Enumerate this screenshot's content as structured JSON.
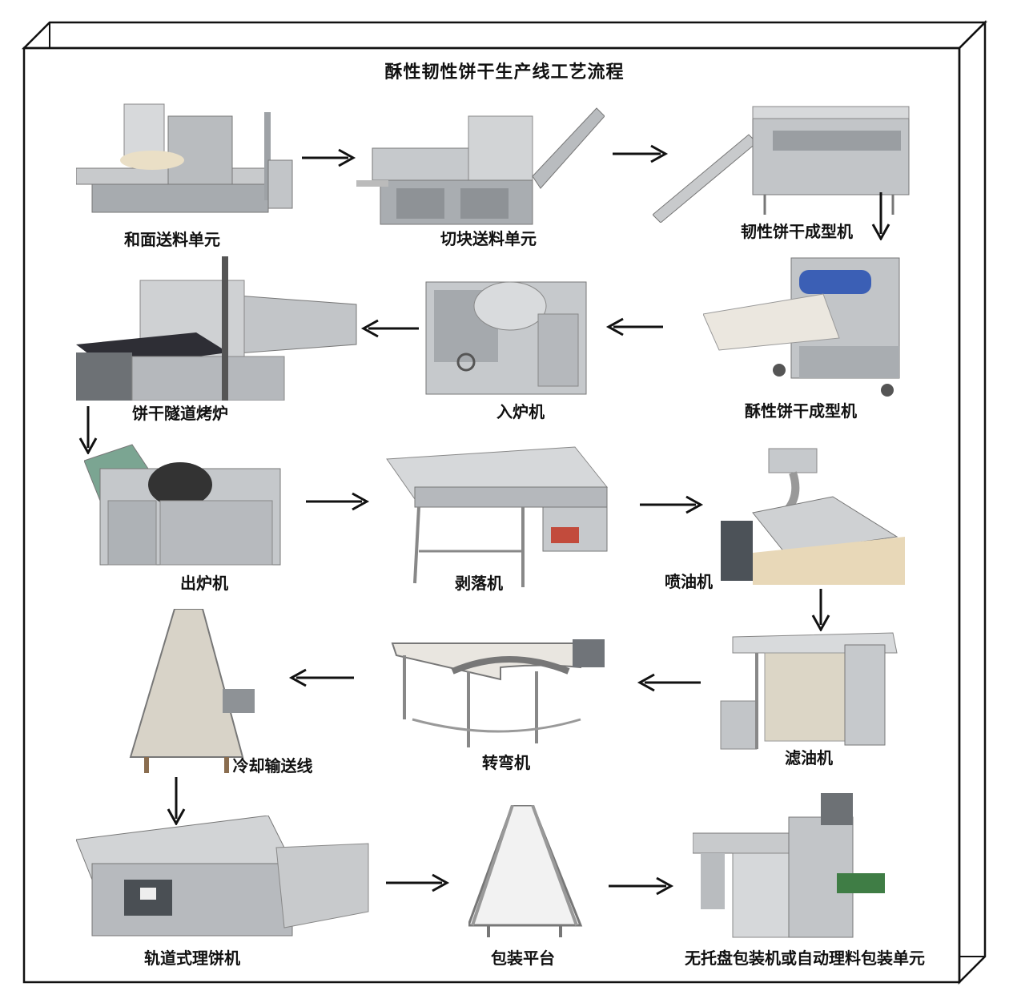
{
  "title": "酥性韧性饼干生产线工艺流程",
  "steps": [
    {
      "label": "和面送料单元",
      "icon": "dough-mixer-feeder-icon"
    },
    {
      "label": "切块送料单元",
      "icon": "block-cutter-feeder-icon"
    },
    {
      "label": "韧性饼干成型机",
      "icon": "hard-biscuit-forming-machine-icon"
    },
    {
      "label": "酥性饼干成型机",
      "icon": "soft-biscuit-forming-machine-icon"
    },
    {
      "label": "入炉机",
      "icon": "oven-loader-icon"
    },
    {
      "label": "饼干隧道烤炉",
      "icon": "tunnel-oven-icon"
    },
    {
      "label": "出炉机",
      "icon": "oven-unloader-icon"
    },
    {
      "label": "剥落机",
      "icon": "stripper-machine-icon"
    },
    {
      "label": "喷油机",
      "icon": "oil-sprayer-icon"
    },
    {
      "label": "滤油机",
      "icon": "oil-filter-machine-icon"
    },
    {
      "label": "转弯机",
      "icon": "curve-conveyor-icon"
    },
    {
      "label": "冷却输送线",
      "icon": "cooling-conveyor-icon"
    },
    {
      "label": "轨道式理饼机",
      "icon": "track-biscuit-stacker-icon"
    },
    {
      "label": "包装平台",
      "icon": "packing-platform-icon"
    },
    {
      "label": "无托盘包装机或自动理料包装单元",
      "icon": "trayless-packaging-machine-icon"
    }
  ],
  "colors": {
    "line": "#111111",
    "steel": "#b9bcbf",
    "steel_dark": "#7d8186",
    "belt": "#e9e6e0"
  }
}
